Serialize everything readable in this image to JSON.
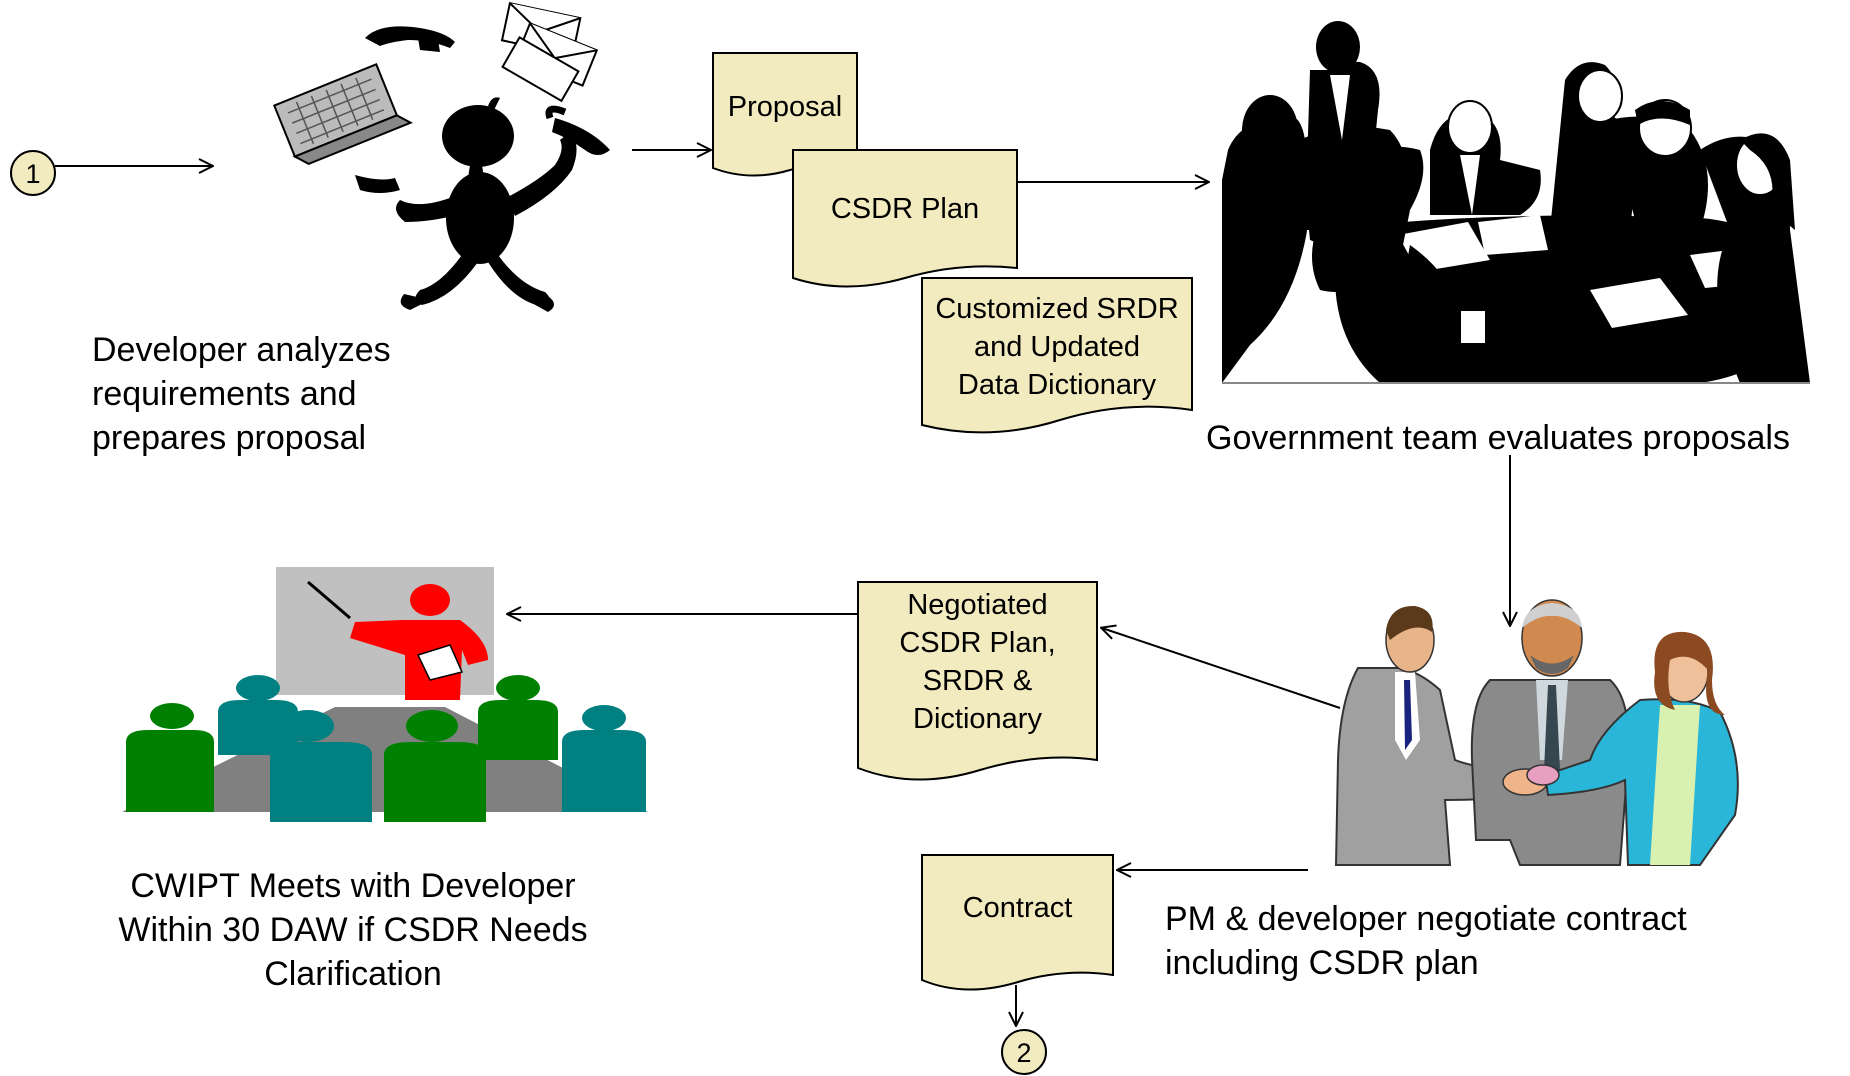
{
  "connectors": {
    "start": "1",
    "end": "2"
  },
  "documents": {
    "proposal": "Proposal",
    "csdr_plan": "CSDR Plan",
    "customized_srdr": [
      "Customized SRDR",
      "and Updated",
      "Data Dictionary"
    ],
    "negotiated": [
      "Negotiated",
      "CSDR Plan,",
      "SRDR &",
      "Dictionary"
    ],
    "contract": "Contract"
  },
  "captions": {
    "developer": [
      "Developer analyzes",
      "requirements and",
      "prepares proposal"
    ],
    "government": "Government team evaluates proposals",
    "cwipt": [
      "CWIPT Meets with Developer",
      "Within 30 DAW if CSDR Needs",
      "Clarification"
    ],
    "pm": [
      "PM & developer negotiate contract",
      "including CSDR plan"
    ]
  },
  "colors": {
    "doc_fill": "#f2ebbf",
    "node_fill": "#f2ebbf",
    "presenter": "#ff0000",
    "green": "#008000",
    "teal": "#008080",
    "table": "#808080"
  }
}
